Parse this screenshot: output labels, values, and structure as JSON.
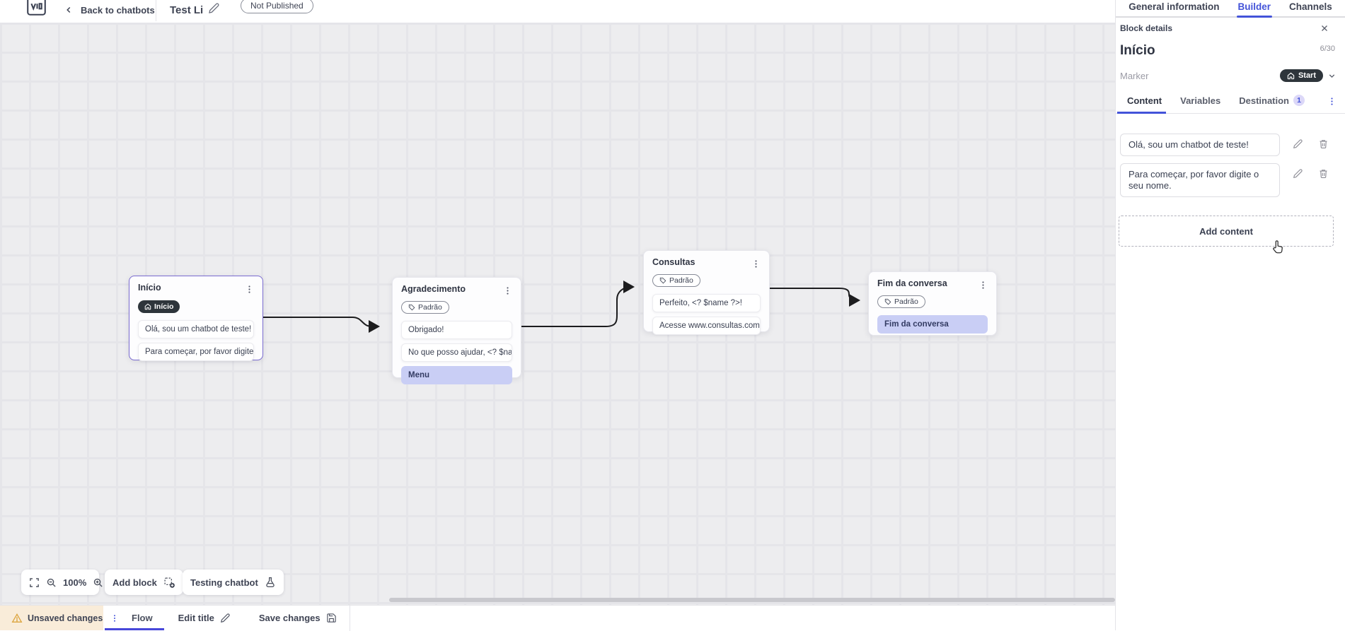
{
  "topbar": {
    "back_label": "Back to chatbots",
    "title": "Test Li",
    "status_badge": "Not Published",
    "nav_tabs": [
      {
        "label": "General information",
        "active": false
      },
      {
        "label": "Builder",
        "active": true
      },
      {
        "label": "Channels",
        "active": false
      }
    ]
  },
  "panel": {
    "header": "Block details",
    "block_name": "Início",
    "char_count": "6/30",
    "marker_label": "Marker",
    "marker_value": "Start",
    "tabs": [
      {
        "label": "Content",
        "active": true
      },
      {
        "label": "Variables",
        "active": false
      },
      {
        "label": "Destination",
        "active": false,
        "badge": "1"
      }
    ],
    "contents": [
      {
        "text": "Olá, sou um chatbot de teste!"
      },
      {
        "text": "Para começar, por favor digite o seu nome."
      }
    ],
    "add_content_label": "Add content"
  },
  "canvas": {
    "blocks": [
      {
        "title": "Início",
        "marker": "Início",
        "selected": true,
        "cards": [
          {
            "text": "Olá, sou um chatbot de teste!"
          },
          {
            "text": "Para começar, por favor digite o ..."
          }
        ]
      },
      {
        "title": "Agradecimento",
        "tag": "Padrão",
        "cards": [
          {
            "text": "Obrigado!"
          },
          {
            "text": "No que posso ajudar, <? $name ..."
          },
          {
            "text": "Menu",
            "highlight": true
          }
        ]
      },
      {
        "title": "Consultas",
        "tag": "Padrão",
        "cards": [
          {
            "text": "Perfeito, <? $name ?>!"
          },
          {
            "text": "Acesse www.consultas.com par..."
          }
        ]
      },
      {
        "title": "Fim da conversa",
        "tag": "Padrão",
        "cards": [
          {
            "text": "Fim da conversa",
            "highlight": true
          }
        ]
      }
    ],
    "controls": {
      "zoom_level": "100%",
      "add_block_label": "Add block",
      "testing_label": "Testing chatbot"
    }
  },
  "bottombar": {
    "unsaved_label": "Unsaved changes",
    "flow_tab": "Flow",
    "edit_title_label": "Edit title",
    "save_label": "Save changes"
  },
  "colors": {
    "accent_blue": "#4353d9",
    "selected_block_border": "#7a6bd0",
    "highlight_card": "#c9cef5",
    "dark_pill": "#2e353b",
    "unsaved_bg": "#f9ecd9",
    "warning": "#dca53f",
    "canvas_bg": "#ededef"
  },
  "icons": [
    "logo-icon",
    "back-chevron-icon",
    "edit-pencil-icon",
    "close-icon",
    "home-icon",
    "chevron-down-icon",
    "kebab-menu-icon",
    "tag-icon",
    "trash-icon",
    "fullscreen-icon",
    "zoom-out-icon",
    "zoom-in-icon",
    "add-block-icon",
    "flask-icon",
    "warning-icon",
    "save-icon",
    "hand-cursor-icon"
  ]
}
